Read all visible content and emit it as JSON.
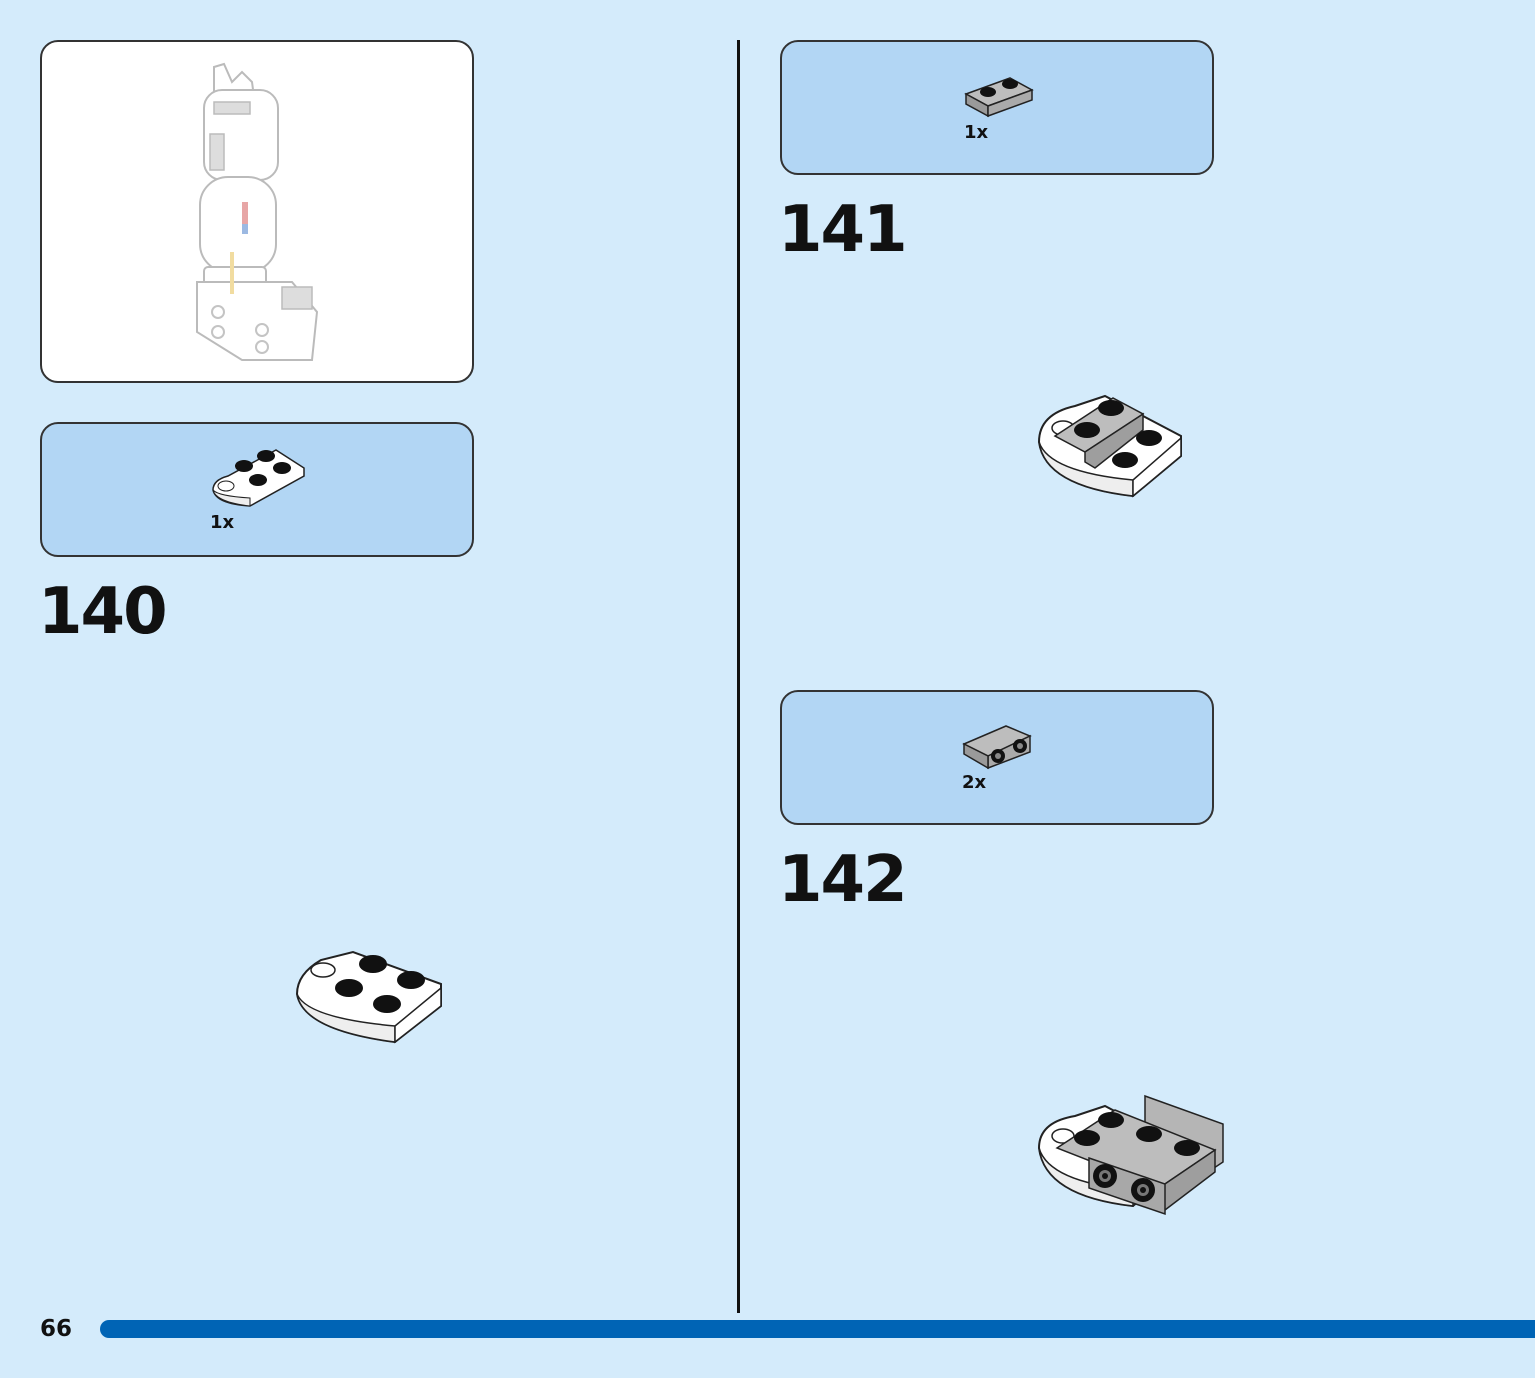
{
  "page": {
    "number": "66",
    "accent_color": "#0064b5",
    "background_color": "#d4ebfb",
    "parts_box_color": "#b2d6f4"
  },
  "steps": [
    {
      "number": "140",
      "parts": [
        {
          "quantity": "1x",
          "part_icon": "white-rounded-plate-icon"
        }
      ]
    },
    {
      "number": "141",
      "parts": [
        {
          "quantity": "1x",
          "part_icon": "gray-1x2-plate-icon"
        }
      ]
    },
    {
      "number": "142",
      "parts": [
        {
          "quantity": "2x",
          "part_icon": "gray-bracket-icon"
        }
      ]
    }
  ],
  "subassembly_callout": {
    "icon": "figure-leg-assembly-icon"
  }
}
